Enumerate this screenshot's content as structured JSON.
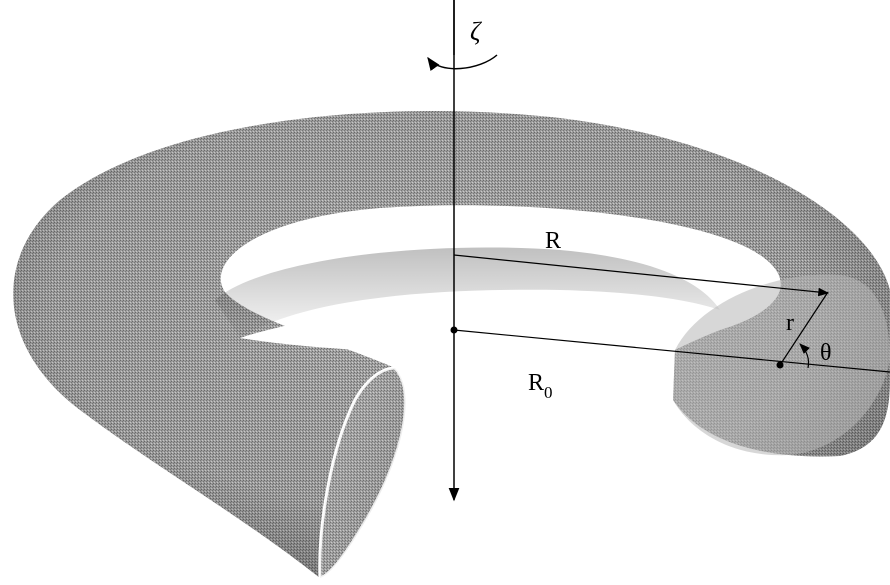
{
  "labels": {
    "zeta": "ζ",
    "R": "R",
    "R0_main": "R",
    "R0_sub": "0",
    "r": "r",
    "theta": "θ"
  },
  "colors": {
    "torus_fill": "#9a9a9a",
    "torus_light": "#bdbdbd",
    "torus_dark": "#5f5f5f",
    "line": "#000000",
    "background": "#ffffff"
  }
}
